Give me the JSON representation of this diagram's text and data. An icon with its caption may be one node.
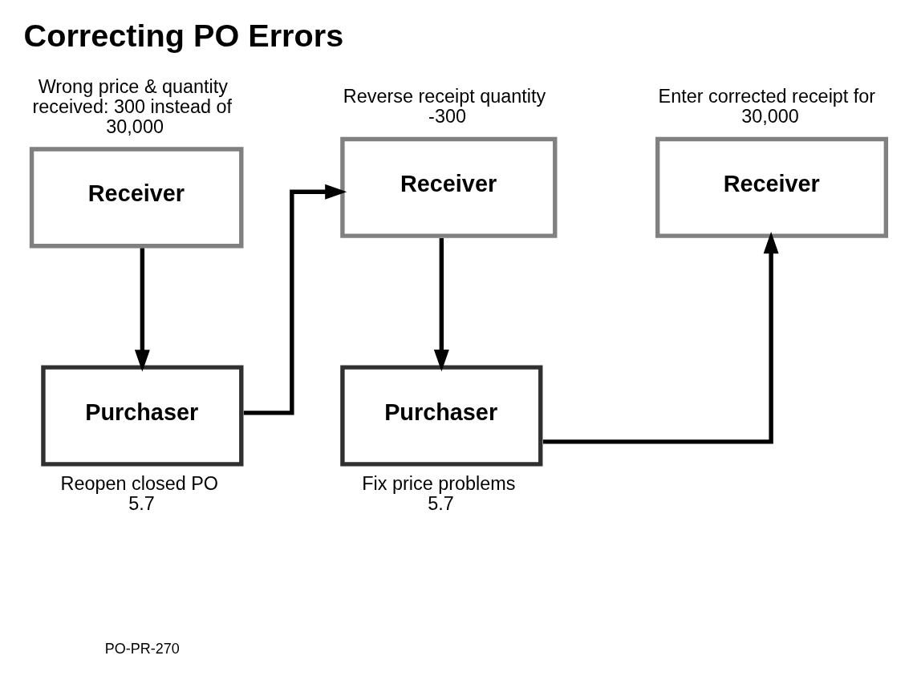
{
  "diagram": {
    "title": "Correcting PO Errors",
    "nodes": [
      {
        "text": [
          "Receiver"
        ],
        "beside": [
          "Wrong price & quantity received: 300 instead of 30,000"
        ]
      },
      {
        "text": [
          "Purchaser"
        ],
        "beside": [
          "Reopen closed PO",
          "5.7"
        ]
      },
      {
        "text": [
          "Receiver"
        ],
        "beside": [
          "Reverse receipt quantity -300"
        ]
      },
      {
        "text": [
          "Purchaser"
        ],
        "beside": [
          "Fix price problems",
          "5.7"
        ]
      },
      {
        "text": [
          "Receiver"
        ],
        "beside": [
          "Enter corrected receipt for 30,000"
        ]
      }
    ],
    "edges": [
      {
        "from": 0,
        "to": 1,
        "arrow": "to"
      },
      {
        "from": 1,
        "to": 2,
        "arrow": "to"
      },
      {
        "from": 2,
        "to": 3,
        "arrow": "to"
      },
      {
        "from": 3,
        "to": 4,
        "arrow": "to"
      }
    ],
    "labels": [
      "PO-PR-270"
    ]
  }
}
